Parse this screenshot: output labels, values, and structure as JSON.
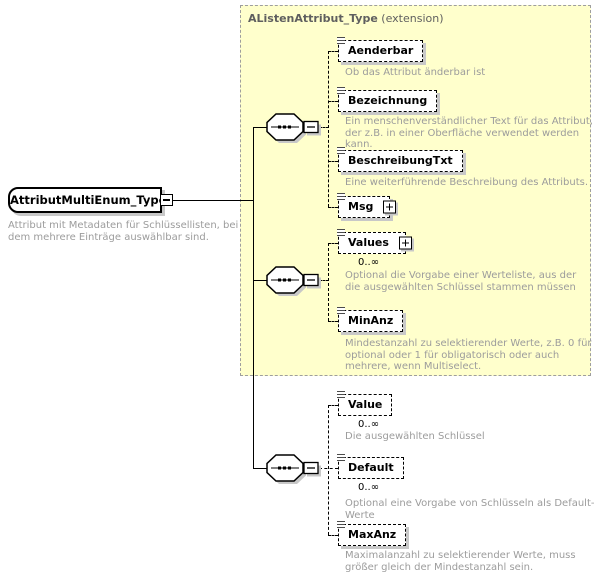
{
  "diagram": {
    "root": {
      "label": "AttributMultiEnum_Type",
      "annotation": "Attribut mit Metadaten für Schlüssellisten, bei dem mehrere Einträge auswählbar sind."
    },
    "extension": {
      "title": "AListenAttribut_Type",
      "suffix": " (extension)"
    },
    "elements": {
      "aenderbar": {
        "label": "Aenderbar",
        "annotation": "Ob das Attribut änderbar ist"
      },
      "bezeichnung": {
        "label": "Bezeichnung",
        "annotation": "Ein menschenverständlicher Text für das Attribut, der z.B. in einer Oberfläche verwendet werden kann."
      },
      "beschreibungtxt": {
        "label": "BeschreibungTxt",
        "annotation": "Eine weiterführende Beschreibung des Attributs."
      },
      "msg": {
        "label": "Msg"
      },
      "values": {
        "label": "Values",
        "cardinality": "0..∞",
        "annotation": "Optional die Vorgabe einer Werteliste, aus der die ausgewählten Schlüssel stammen müssen"
      },
      "minanz": {
        "label": "MinAnz",
        "annotation": "Mindestanzahl zu selektierender Werte, z.B. 0 für optional oder 1 für obligatorisch oder auch mehrere, wenn Multiselect."
      },
      "value": {
        "label": "Value",
        "cardinality": "0..∞",
        "annotation": "Die ausgewählten Schlüssel"
      },
      "default": {
        "label": "Default",
        "cardinality": "0..∞",
        "annotation": "Optional eine Vorgabe von Schlüsseln als Default-Werte"
      },
      "maxanz": {
        "label": "MaxAnz",
        "annotation": "Maximalanzahl zu selektierender Werte, muss größer gleich der Mindestanzahl sein."
      }
    },
    "colors": {
      "extension_bg": "#ffffcc",
      "annotation_text": "#9c9c9c",
      "shadow": "#c8c8c8"
    }
  }
}
